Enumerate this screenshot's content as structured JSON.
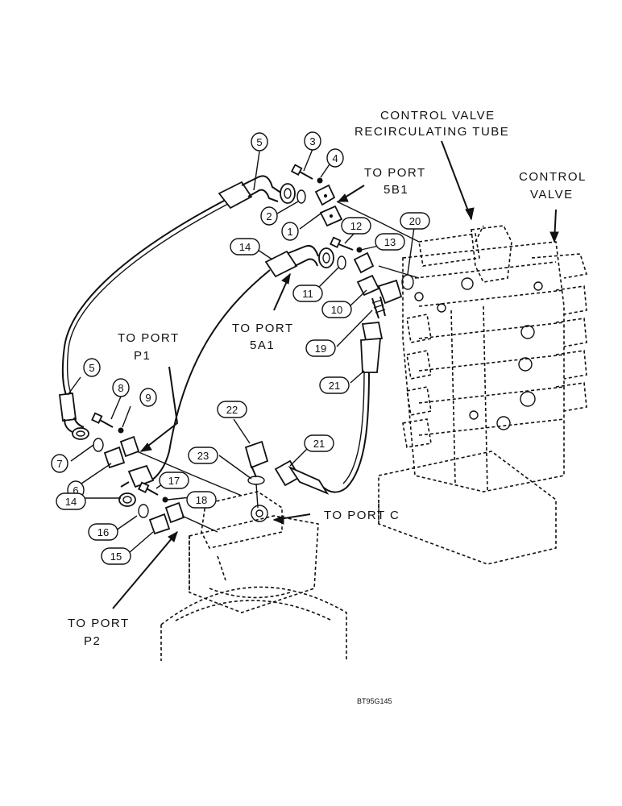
{
  "labels": {
    "control_valve_tube_l1": "CONTROL VALVE",
    "control_valve_tube_l2": "RECIRCULATING TUBE",
    "control_valve_l1": "CONTROL",
    "control_valve_l2": "VALVE",
    "to_port_5b1_l1": "TO PORT",
    "to_port_5b1_l2": "5B1",
    "to_port_5a1_l1": "TO PORT",
    "to_port_5a1_l2": "5A1",
    "to_port_p1_l1": "TO PORT",
    "to_port_p1_l2": "P1",
    "to_port_c": "TO PORT C",
    "to_port_p2_l1": "TO PORT",
    "to_port_p2_l2": "P2"
  },
  "callouts": {
    "c1": "1",
    "c2": "2",
    "c3": "3",
    "c4": "4",
    "c5a": "5",
    "c5b": "5",
    "c6": "6",
    "c7": "7",
    "c8": "8",
    "c9": "9",
    "c10": "10",
    "c11": "11",
    "c12": "12",
    "c13": "13",
    "c14a": "14",
    "c14b": "14",
    "c15": "15",
    "c16": "16",
    "c17": "17",
    "c18": "18",
    "c19": "19",
    "c20": "20",
    "c21a": "21",
    "c21b": "21",
    "c22": "22",
    "c23": "23"
  },
  "drawing_code": "BT95G145"
}
